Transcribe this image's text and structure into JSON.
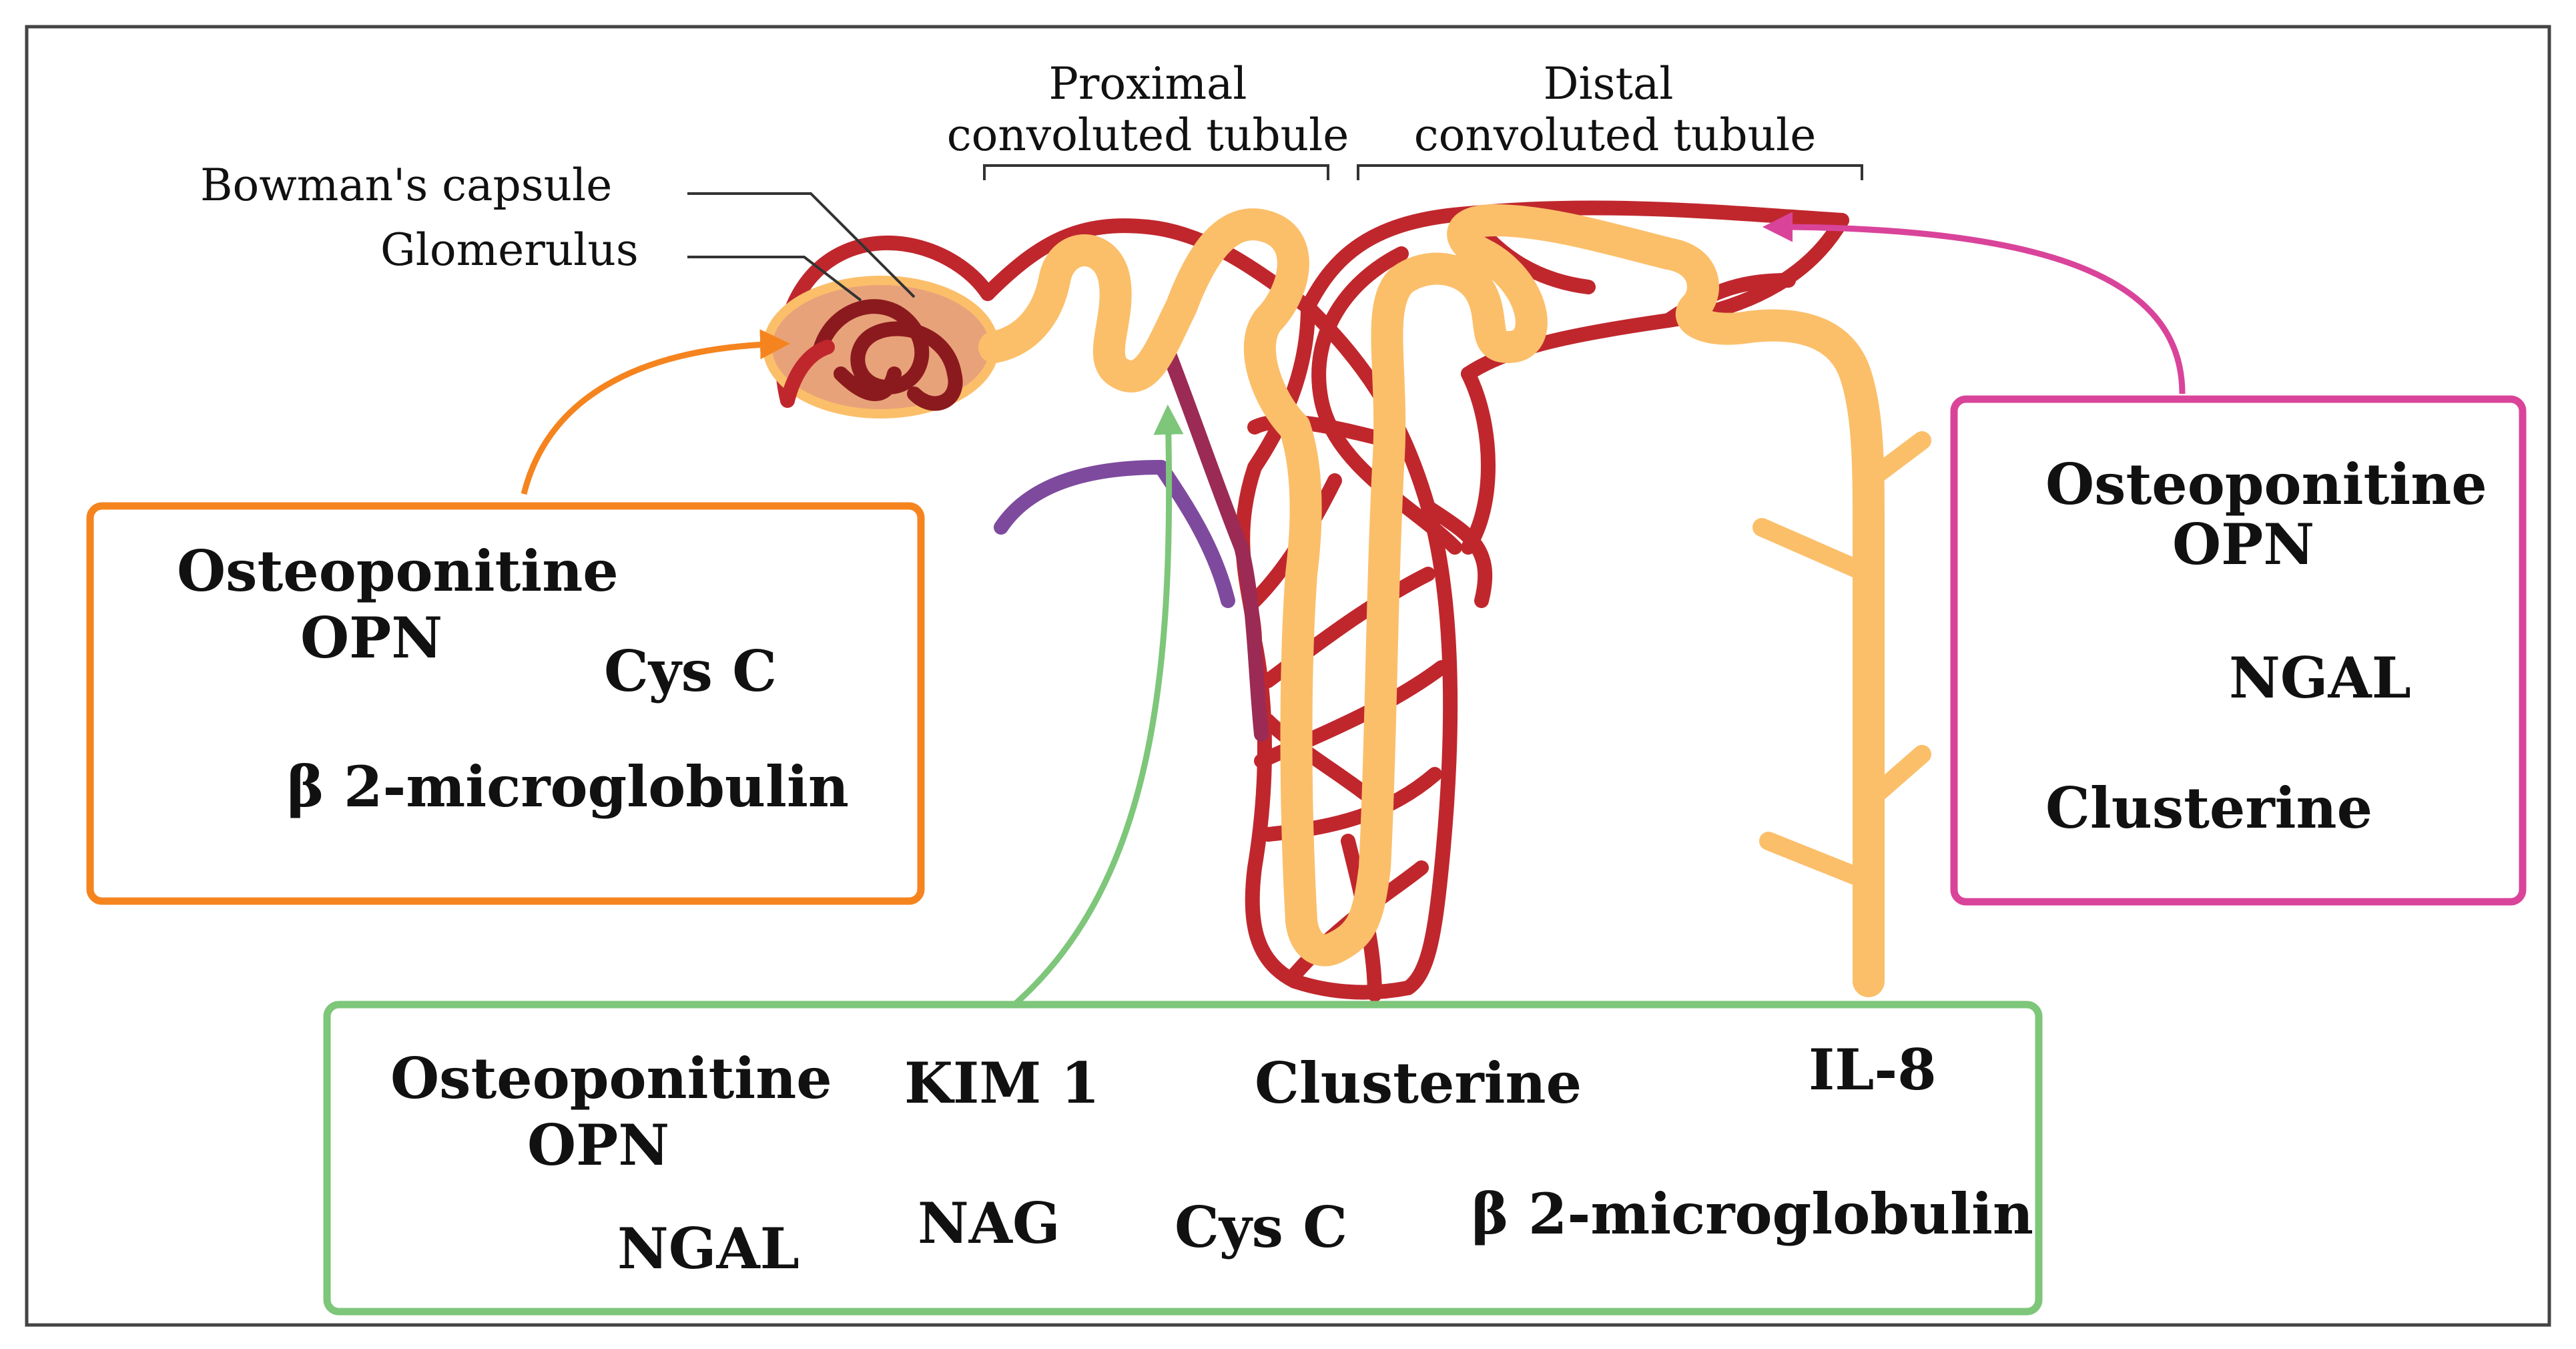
{
  "labels": {
    "bowmans_capsule": "Bowman's capsule",
    "glomerulus": "Glomerulus",
    "pct_line1": "Proximal",
    "pct_line2": "convoluted tubule",
    "dct_line1": "Distal",
    "dct_line2": "convoluted tubule"
  },
  "boxes": {
    "glomerulus": {
      "color": "#F5841F",
      "items": [
        "Osteoponitine",
        "OPN",
        "Cys C",
        "β 2-microglobulin"
      ]
    },
    "distal": {
      "color": "#D9449A",
      "items": [
        "Osteoponitine",
        "OPN",
        "NGAL",
        "Clusterine"
      ]
    },
    "proximal": {
      "color": "#7DC67A",
      "items": [
        "Osteoponitine",
        "OPN",
        "NGAL",
        "KIM 1",
        "NAG",
        "Cys C",
        "Clusterine",
        "β 2-microglobulin",
        "IL-8"
      ]
    }
  },
  "colors": {
    "tubule": "#FBBF6A",
    "vessel": "#C0272D",
    "vessel_dark": "#8B1A1E",
    "vessel_mid": "#9B2B55",
    "vessel_purple": "#7E4A9E",
    "capsule": "#E8A27A",
    "border": "#444444"
  }
}
